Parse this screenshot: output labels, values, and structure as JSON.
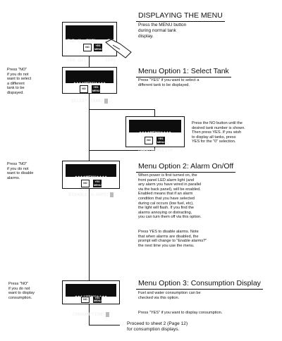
{
  "section1": {
    "heading": "DISPLAYING THE MENU",
    "body": "Press the MENU button\nduring normal tank\ndisplay.",
    "screen_line1": "FWD K. FUEL    T03",
    "screen_line2": "500 gal       100%"
  },
  "section2": {
    "heading": "Menu Option 1: Select Tank",
    "body": "Press \"YES\" if you want to select a\ndifferent tank to be displayed.",
    "side_note": "Press \"NO\"\nif you do not\nwant to select\na different\ntank to be\ndispayed.",
    "screen_line1": "****MENU****",
    "screen_line2": "SELECT TANK?"
  },
  "sub_select": {
    "screen_line1": "****MENU****",
    "screen_line2": "TNK#(0=ALL)>0",
    "body": "Press the NO button until the\ndesired tank number is shown.\nThen press YES.  If you wish\nto display all tanks, press\nYES for the \"0\" selection."
  },
  "section3": {
    "heading": "Menu Option 2: Alarm On/Off",
    "body": "When power is first turned on, the\nfront panel LED alarm light (and\nany alarm you have wired in parallel\nvia the back panel), will be enabled.\nEnabled means that if an alarm\ncondition that you have selected\nduring cal occurs (low fuel, etc),\nthe light will flash.  If you find the\nalarms annoying or distracting,\nyou can turn them off via this option.",
    "body2": "Press YES to disable alarms.  Note\nthat when alarms are disabled, the\nprompt will change to \"Enable alarms?\"\nthe next time you use the menu.",
    "side_note": "Press \"NO\"\nif you do not\nwant to disable\nalarms.",
    "screen_line1": "****MENU****",
    "screen_line2": "DISABLE ALARMS?"
  },
  "section4": {
    "heading": "Menu Option 3: Consumption Display",
    "body": "Fuel and water consumption can be\nchecked via this option.",
    "body2": "Press \"YES\" if you want to display consumption.",
    "side_note": "Press \"NO\"\nif you do not\nwant to display\nconsumption.",
    "screen_line1": "****MENU****",
    "screen_line2": "CONSUMPTION?"
  },
  "footer": {
    "body": "Proceed to sheet 2 (Page 12)\nfor consumption displays."
  },
  "buttons": {
    "no_label": "NO",
    "yes_label": "YES\nMENU"
  }
}
